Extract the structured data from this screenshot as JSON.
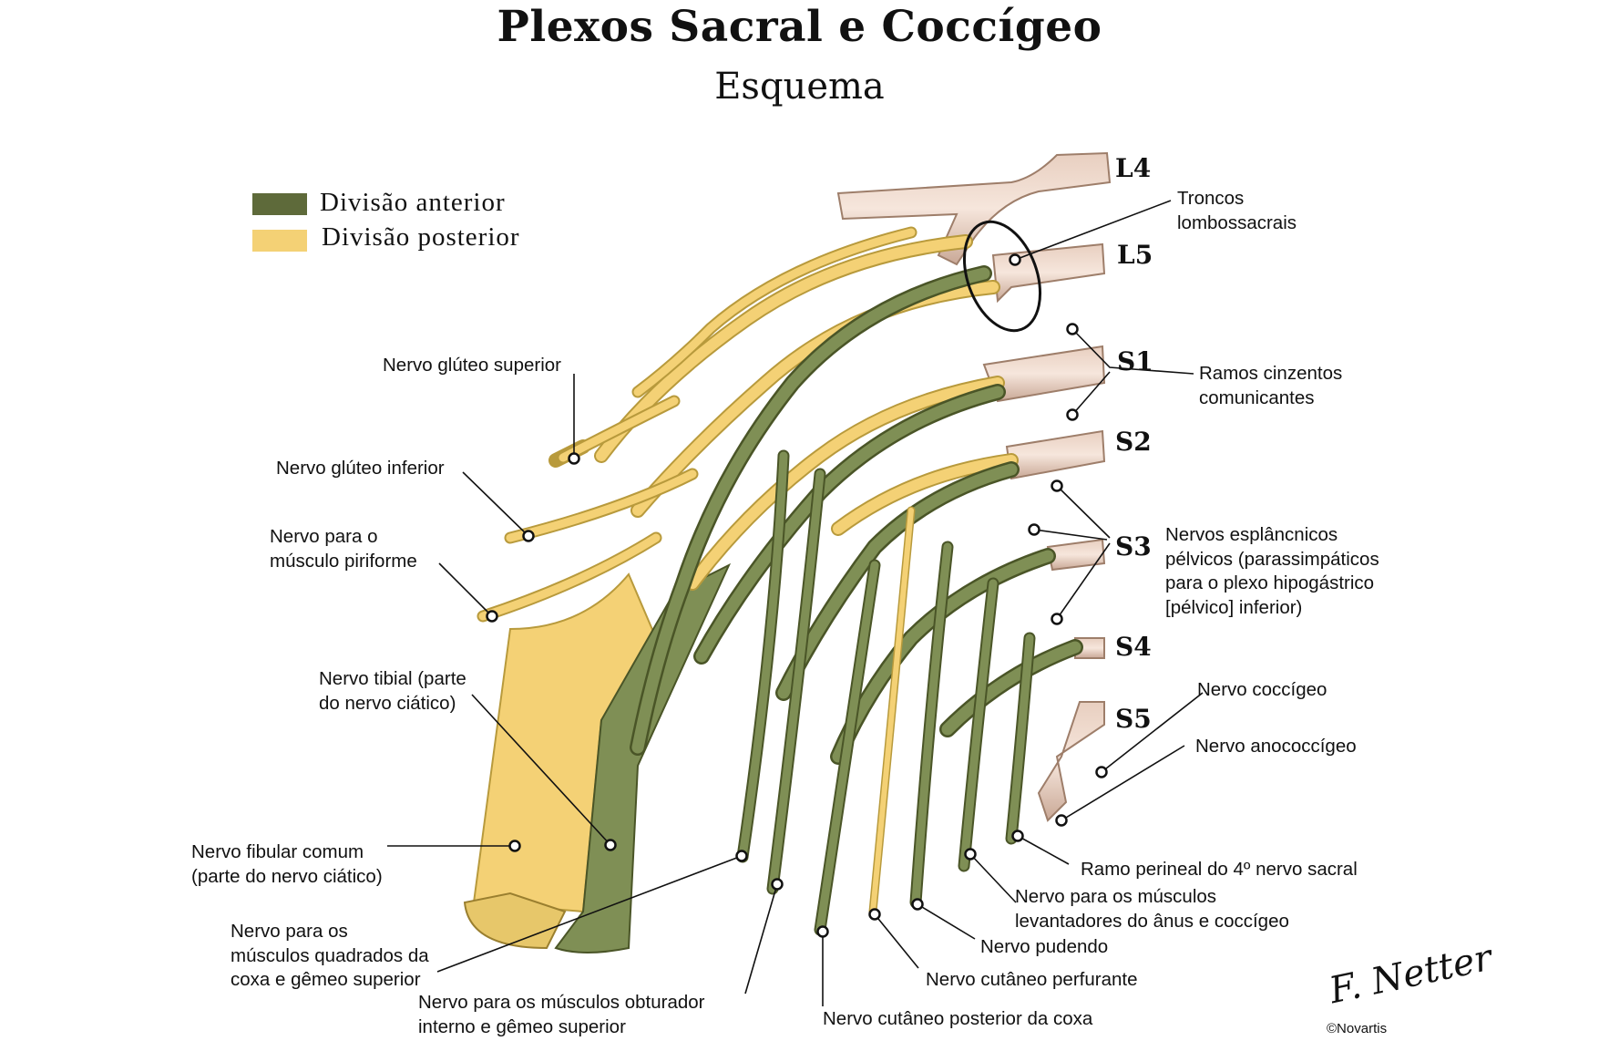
{
  "title": "Plexos Sacral e Coccígeo",
  "subtitle": "Esquema",
  "legend": [
    {
      "label": "Divisão anterior",
      "color": "#5e6a3a"
    },
    {
      "label": "Divisão posterior",
      "color": "#f4d175"
    }
  ],
  "roots": [
    "L4",
    "L5",
    "S1",
    "S2",
    "S3",
    "S4",
    "S5"
  ],
  "labels": {
    "troncos": [
      "Troncos",
      "lombossacrais"
    ],
    "ramos_cinzentos": [
      "Ramos cinzentos",
      "comunicantes"
    ],
    "esplancnicos": [
      "Nervos esplâncnicos",
      "pélvicos (parassimpáticos",
      "para o plexo hipogástrico",
      "[pélvico] inferior)"
    ],
    "coccigeo": "Nervo coccígeo",
    "anococcigeo": "Nervo anococcígeo",
    "perineal": "Ramo perineal do 4º nervo sacral",
    "levantadores": [
      "Nervo para os músculos",
      "levantadores do ânus e coccígeo"
    ],
    "pudendo": "Nervo pudendo",
    "cutaneo_perfurante": "Nervo cutâneo perfurante",
    "cutaneo_posterior": "Nervo cutâneo posterior da coxa",
    "obturador": [
      "Nervo para os músculos obturador",
      "interno e gêmeo superior"
    ],
    "quadrados": [
      "Nervo para os",
      "músculos quadrados da",
      "coxa e gêmeo superior"
    ],
    "fibular": [
      "Nervo fibular comum",
      "(parte do nervo ciático)"
    ],
    "tibial": [
      "Nervo tibial (parte",
      "do nervo ciático)"
    ],
    "piriforme": [
      "Nervo para o",
      "músculo piriforme"
    ],
    "gluteo_inferior": "Nervo glúteo inferior",
    "gluteo_superior": "Nervo glúteo superior"
  },
  "signature": "F. Netter",
  "copyright": "©Novartis"
}
